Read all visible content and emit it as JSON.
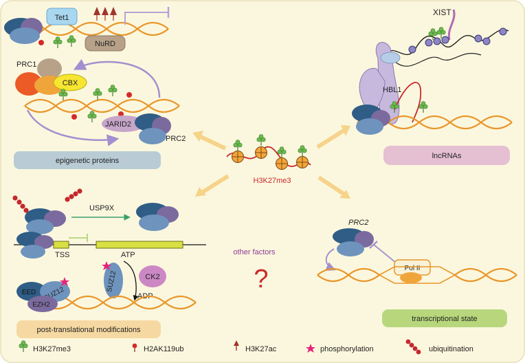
{
  "center": {
    "label": "H3K27me3"
  },
  "top_left": {
    "tet1": "Tet1",
    "nurd": "NuRD",
    "prc1": "PRC1",
    "cbx": "CBX",
    "jarid2": "JARID2",
    "prc2": "PRC2",
    "panel_title": "epigenetic proteins"
  },
  "top_right": {
    "xist": "XIST",
    "hbl1": "HBL1",
    "panel_title": "lncRNAs"
  },
  "bottom_left": {
    "usp9x": "USP9X",
    "tss": "TSS",
    "atp": "ATP",
    "adp": "ADP",
    "ck2": "CK2",
    "eed": "EED",
    "suz12_a": "SUZ12",
    "suz12_b": "SUZ12",
    "ezh2": "EZH2",
    "panel_title": "post-translational modifications"
  },
  "bottom_center": {
    "other": "other factors",
    "question": "?"
  },
  "bottom_right": {
    "prc2": "PRC2",
    "pol2": "Pol II",
    "panel_title": "transcriptional state"
  },
  "legend": [
    {
      "icon": "h3k27me3-icon",
      "label": "H3K27me3"
    },
    {
      "icon": "h2ak119ub-icon",
      "label": "H2AK119ub"
    },
    {
      "icon": "h3k27ac-icon",
      "label": "H3K27ac"
    },
    {
      "icon": "phosphorylation-icon",
      "label": "phosphorylation"
    },
    {
      "icon": "ubiquitination-icon",
      "label": "ubiquitination"
    }
  ],
  "colors": {
    "background": "#fbf7de",
    "dna_orange": "#e9962a",
    "dark_blue": "#2f5d86",
    "mid_blue": "#6e93bd",
    "purple": "#7b6a9e",
    "arrow": "#f6d38a",
    "red": "#c8282b",
    "green": "#5aa646"
  }
}
